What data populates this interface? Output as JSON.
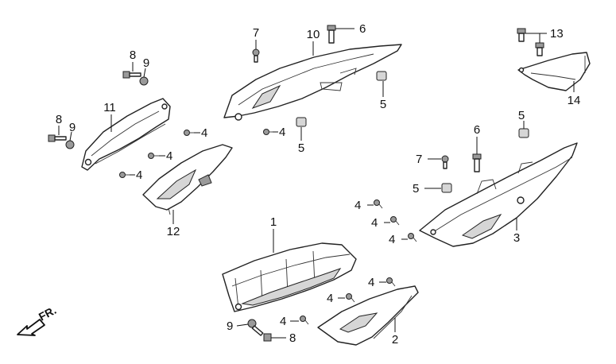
{
  "diagram": {
    "callouts": {
      "c1": "1",
      "c2": "2",
      "c3": "3",
      "c4a": "4",
      "c4b": "4",
      "c4c": "4",
      "c4d": "4",
      "c4e": "4",
      "c4f": "4",
      "c4g": "4",
      "c4h": "4",
      "c4i": "4",
      "c4j": "4",
      "c5a": "5",
      "c5b": "5",
      "c5c": "5",
      "c5d": "5",
      "c6a": "6",
      "c6b": "6",
      "c7a": "7",
      "c7b": "7",
      "c8a": "8",
      "c8b": "8",
      "c8c": "8",
      "c9a": "9",
      "c9b": "9",
      "c9c": "9",
      "c10": "10",
      "c11": "11",
      "c12": "12",
      "c13": "13",
      "c14": "14"
    },
    "direction_label": "FR."
  }
}
